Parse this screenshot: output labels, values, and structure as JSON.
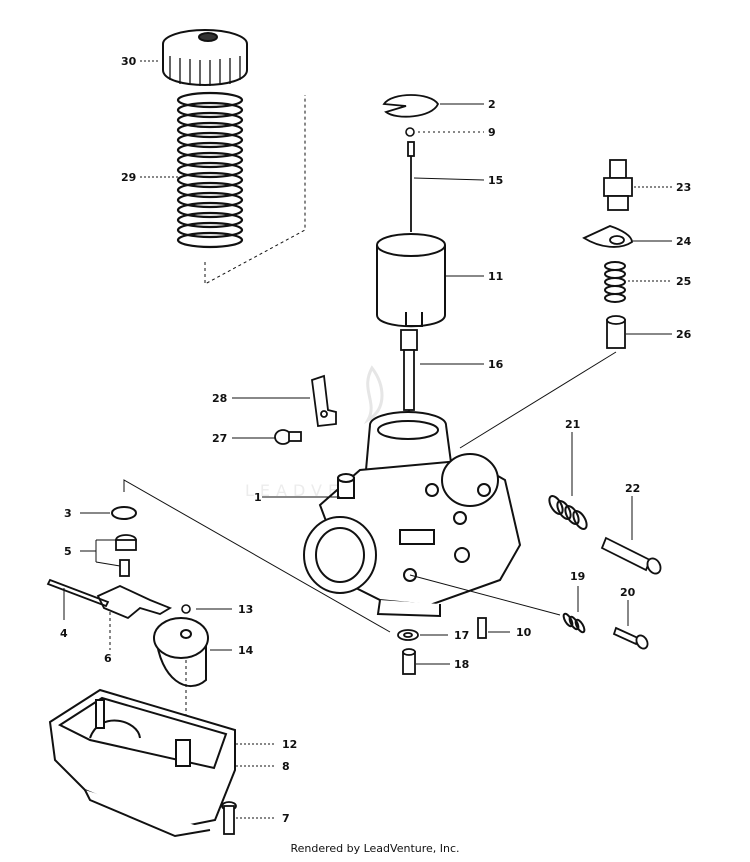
{
  "diagram": {
    "part_labels": [
      "30",
      "29",
      "2",
      "9",
      "15",
      "11",
      "16",
      "28",
      "27",
      "23",
      "24",
      "25",
      "26",
      "21",
      "22",
      "1",
      "3",
      "5",
      "4",
      "6",
      "13",
      "14",
      "19",
      "20",
      "17",
      "10",
      "18",
      "12",
      "8",
      "7"
    ]
  },
  "watermark": "LEADVENTURE",
  "footer": {
    "text": "Rendered by LeadVenture, Inc."
  }
}
